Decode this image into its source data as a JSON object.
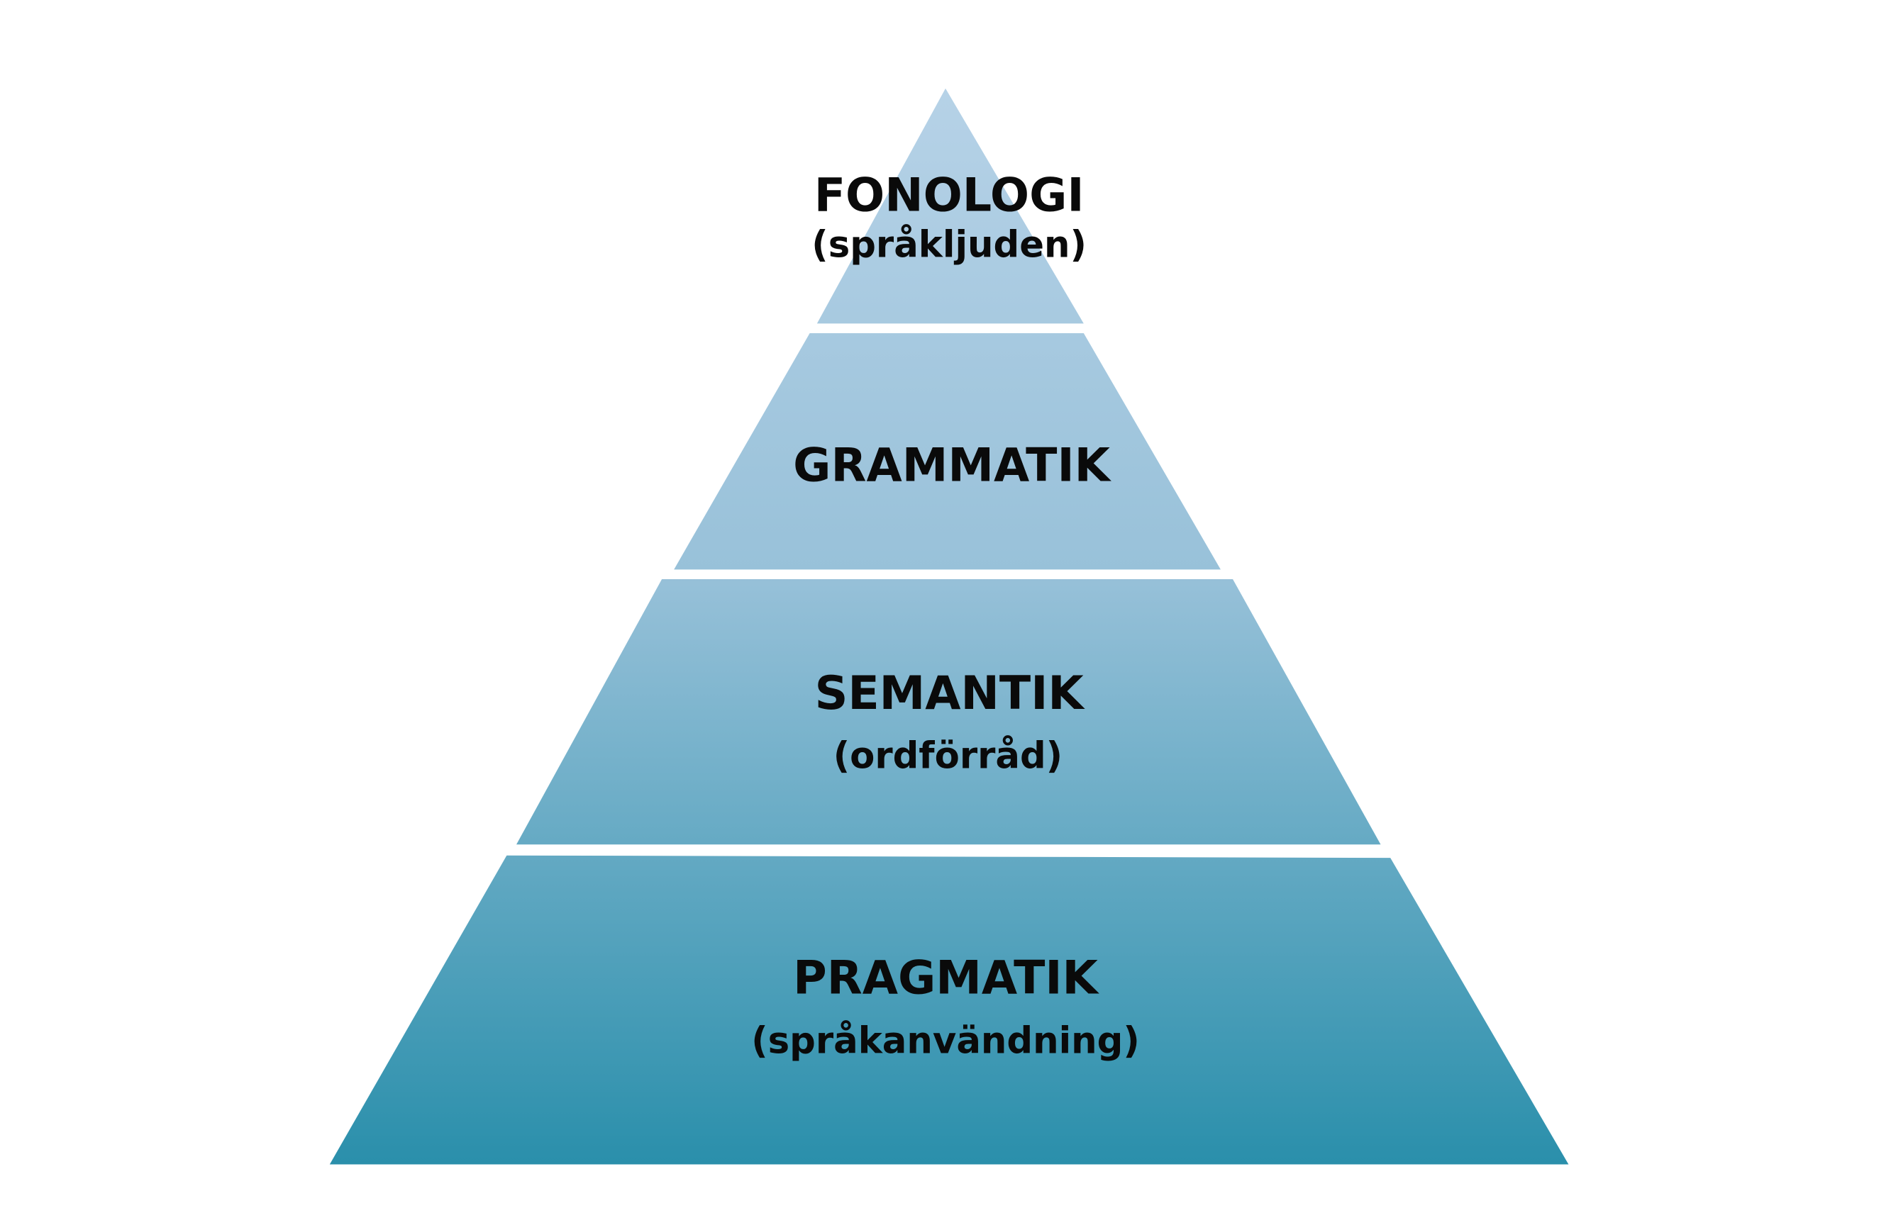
{
  "colors": {
    "top": "#b6d2e7",
    "bottom": "#2a8fab",
    "text": "#0a0a0a"
  },
  "levels": [
    {
      "title": "FONOLOGI",
      "subtitle": "(språkljuden)"
    },
    {
      "title": "GRAMMATIK",
      "subtitle": null
    },
    {
      "title": "SEMANTIK",
      "subtitle": "(ordförråd)"
    },
    {
      "title": "PRAGMATIK",
      "subtitle": "(språkanvändning)"
    }
  ]
}
